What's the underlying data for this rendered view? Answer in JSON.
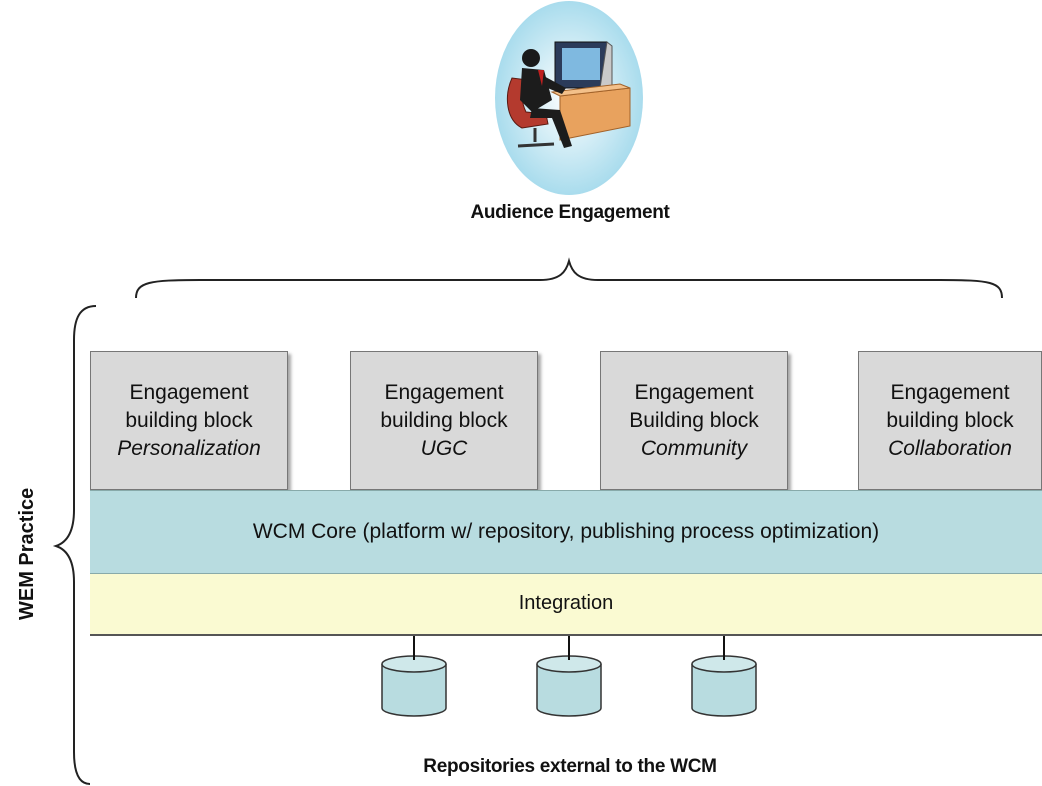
{
  "header": {
    "title": "Audience Engagement"
  },
  "side_label": "WEM Practice",
  "blocks": [
    {
      "line1": "Engagement",
      "line2": "building block",
      "name": "Personalization"
    },
    {
      "line1": "Engagement",
      "line2": "building block",
      "name": "UGC"
    },
    {
      "line1": "Engagement",
      "line2": "Building block",
      "name": "Community"
    },
    {
      "line1": "Engagement",
      "line2": "building block",
      "name": "Collaboration"
    }
  ],
  "layers": {
    "core": "WCM Core (platform w/ repository, publishing process optimization)",
    "integration": "Integration"
  },
  "footer": {
    "caption": "Repositories external to the WCM"
  },
  "colors": {
    "block_fill": "#d9d9d9",
    "core_fill": "#b8dce0",
    "integration_fill": "#fafad2",
    "cylinder_fill": "#b8dce0"
  },
  "icons": [
    "person-at-computer-icon",
    "database-icon"
  ]
}
